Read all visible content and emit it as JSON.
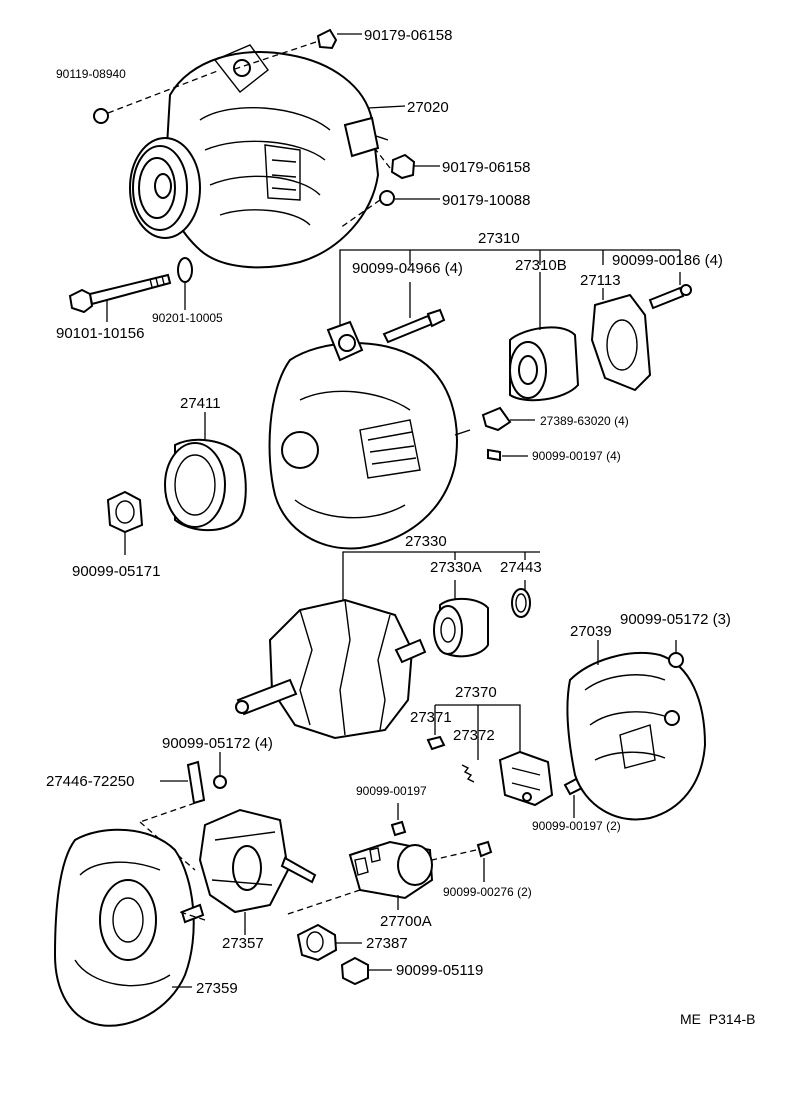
{
  "diagram": {
    "labels": {
      "p90179_06158_top": "90179-06158",
      "p90119_08940": "90119-08940",
      "p27020": "27020",
      "p90179_06158_mid": "90179-06158",
      "p90179_10088": "90179-10088",
      "p27310": "27310",
      "p90099_04966": "90099-04966 (4)",
      "p27310B": "27310B",
      "p90099_00186": "90099-00186 (4)",
      "p27113": "27113",
      "p90201_10005": "90201-10005",
      "p90101_10156": "90101-10156",
      "p27411": "27411",
      "p27389_63020": "27389-63020 (4)",
      "p90099_00197_4": "90099-00197 (4)",
      "p90099_05171": "90099-05171",
      "p27330": "27330",
      "p27330A": "27330A",
      "p27443": "27443",
      "p27039": "27039",
      "p90099_05172_3": "90099-05172 (3)",
      "p27370": "27370",
      "p27371": "27371",
      "p27372": "27372",
      "p90099_05172_4": "90099-05172 (4)",
      "p27446_72250": "27446-72250",
      "p90099_00197": "90099-00197",
      "p90099_00197_2": "90099-00197 (2)",
      "p90099_00276_2": "90099-00276 (2)",
      "p27700A": "27700A",
      "p27357": "27357",
      "p27387": "27387",
      "p90099_05119": "90099-05119",
      "p27359": "27359"
    },
    "reference": "ME  P314-B"
  }
}
